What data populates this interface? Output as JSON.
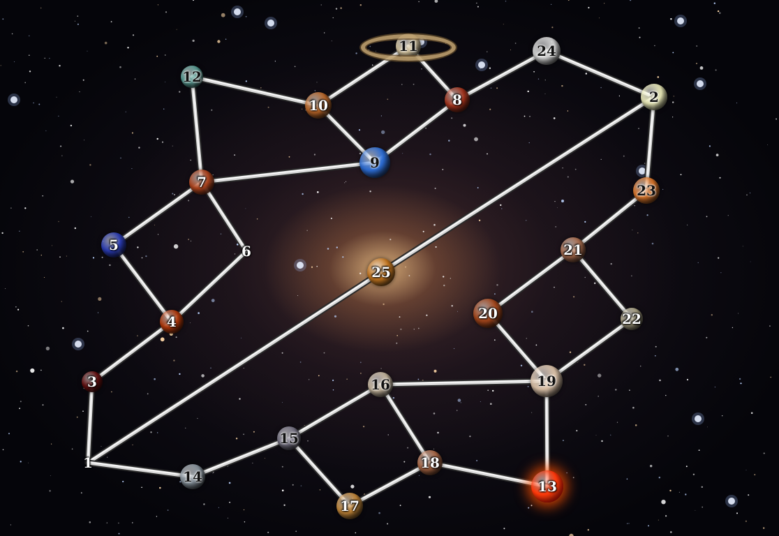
{
  "nodes": [
    {
      "id": "1",
      "label": "1",
      "color": null,
      "style": "bare"
    },
    {
      "id": "2",
      "label": "2",
      "color": "#eeeebb",
      "style": "dark"
    },
    {
      "id": "3",
      "label": "3",
      "color": "#6a1010"
    },
    {
      "id": "4",
      "label": "4",
      "color": "#b83a0a"
    },
    {
      "id": "5",
      "label": "5",
      "color": "#2b3db8"
    },
    {
      "id": "6",
      "label": "6",
      "color": null,
      "style": "bare"
    },
    {
      "id": "7",
      "label": "7",
      "color": "#b5461e"
    },
    {
      "id": "8",
      "label": "8",
      "color": "#a8341c"
    },
    {
      "id": "9",
      "label": "9",
      "color": "#2d6ed6",
      "style": "dark"
    },
    {
      "id": "10",
      "label": "10",
      "color": "#c06a2a"
    },
    {
      "id": "11",
      "label": "11",
      "color": "#d8c7a0",
      "style": "dark",
      "ringed": true
    },
    {
      "id": "12",
      "label": "12",
      "color": "#5aa39a",
      "style": "dark"
    },
    {
      "id": "13",
      "label": "13",
      "color": "#ff3a0a"
    },
    {
      "id": "14",
      "label": "14",
      "color": "#8a96a0",
      "style": "dark"
    },
    {
      "id": "15",
      "label": "15",
      "color": "#7a7688",
      "style": "dark"
    },
    {
      "id": "16",
      "label": "16",
      "color": "#c9b9a0",
      "style": "dark"
    },
    {
      "id": "17",
      "label": "17",
      "color": "#c88a3a"
    },
    {
      "id": "18",
      "label": "18",
      "color": "#b06a46"
    },
    {
      "id": "19",
      "label": "19",
      "color": "#dcc2a8",
      "style": "dark"
    },
    {
      "id": "20",
      "label": "20",
      "color": "#a8481c"
    },
    {
      "id": "21",
      "label": "21",
      "color": "#b07050"
    },
    {
      "id": "22",
      "label": "22",
      "color": "#b0a888"
    },
    {
      "id": "23",
      "label": "23",
      "color": "#e0782a",
      "style": "dark"
    },
    {
      "id": "24",
      "label": "24",
      "color": "#d8d8d8",
      "style": "dark"
    },
    {
      "id": "25",
      "label": "25",
      "color": "#c8781e"
    }
  ],
  "edges": [
    [
      "1",
      "3"
    ],
    [
      "3",
      "4"
    ],
    [
      "4",
      "5"
    ],
    [
      "4",
      "6"
    ],
    [
      "5",
      "7"
    ],
    [
      "6",
      "7"
    ],
    [
      "7",
      "12"
    ],
    [
      "7",
      "9"
    ],
    [
      "12",
      "10"
    ],
    [
      "10",
      "11"
    ],
    [
      "10",
      "9"
    ],
    [
      "11",
      "8"
    ],
    [
      "9",
      "8"
    ],
    [
      "8",
      "24"
    ],
    [
      "24",
      "2"
    ],
    [
      "2",
      "25"
    ],
    [
      "25",
      "1"
    ],
    [
      "2",
      "23"
    ],
    [
      "23",
      "21"
    ],
    [
      "21",
      "20"
    ],
    [
      "21",
      "22"
    ],
    [
      "20",
      "19"
    ],
    [
      "22",
      "19"
    ],
    [
      "19",
      "16"
    ],
    [
      "19",
      "13"
    ],
    [
      "16",
      "15"
    ],
    [
      "16",
      "18"
    ],
    [
      "15",
      "14"
    ],
    [
      "15",
      "17"
    ],
    [
      "17",
      "18"
    ],
    [
      "18",
      "13"
    ],
    [
      "14",
      "1"
    ]
  ]
}
